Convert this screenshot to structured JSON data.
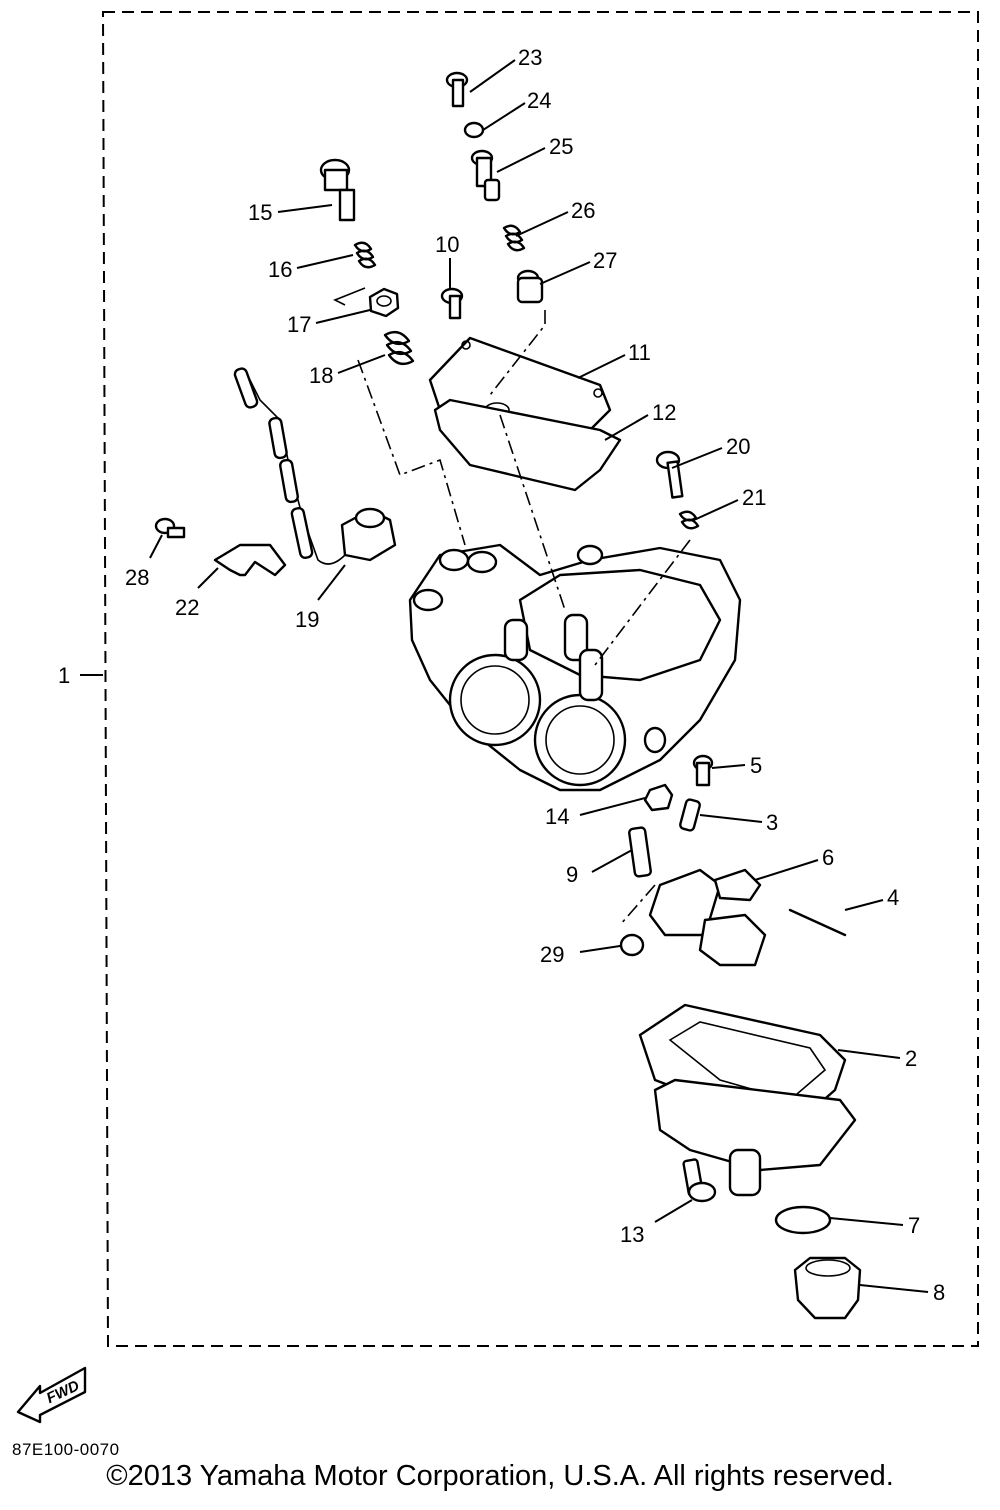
{
  "diagram": {
    "assembly_ref": "1",
    "fwd_label": "FWD",
    "callouts": [
      "2",
      "3",
      "4",
      "5",
      "6",
      "7",
      "8",
      "9",
      "10",
      "11",
      "12",
      "13",
      "14",
      "15",
      "16",
      "17",
      "18",
      "19",
      "20",
      "21",
      "22",
      "23",
      "24",
      "25",
      "26",
      "27",
      "28",
      "29"
    ],
    "diagram_code": "87E100-0070",
    "copyright": "©2013 Yamaha Motor Corporation, U.S.A. All rights reserved."
  }
}
